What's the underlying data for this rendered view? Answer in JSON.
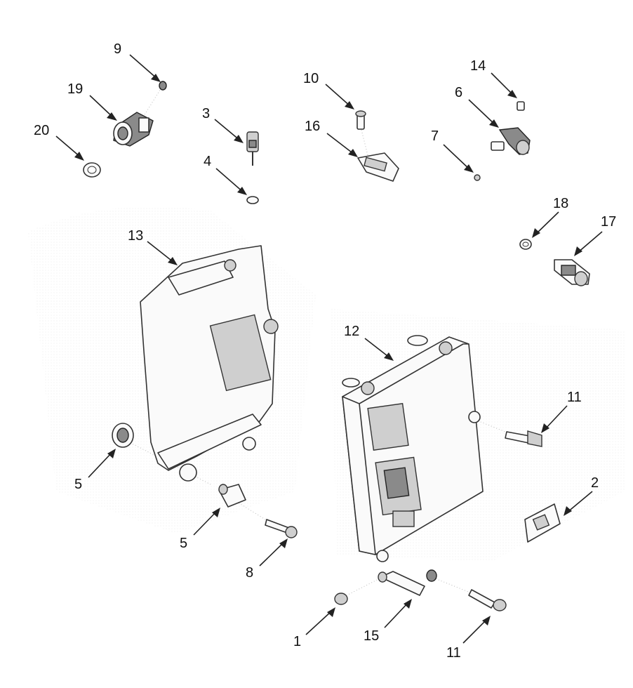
{
  "diagram": {
    "callouts": [
      {
        "id": "c9",
        "label": "9"
      },
      {
        "id": "c19",
        "label": "19"
      },
      {
        "id": "c20",
        "label": "20"
      },
      {
        "id": "c3",
        "label": "3"
      },
      {
        "id": "c4",
        "label": "4"
      },
      {
        "id": "c10",
        "label": "10"
      },
      {
        "id": "c16",
        "label": "16"
      },
      {
        "id": "c14",
        "label": "14"
      },
      {
        "id": "c6",
        "label": "6"
      },
      {
        "id": "c7",
        "label": "7"
      },
      {
        "id": "c18",
        "label": "18"
      },
      {
        "id": "c17",
        "label": "17"
      },
      {
        "id": "c13",
        "label": "13"
      },
      {
        "id": "c12",
        "label": "12"
      },
      {
        "id": "c11a",
        "label": "11"
      },
      {
        "id": "c2",
        "label": "2"
      },
      {
        "id": "c5a",
        "label": "5"
      },
      {
        "id": "c5b",
        "label": "5"
      },
      {
        "id": "c8",
        "label": "8"
      },
      {
        "id": "c1",
        "label": "1"
      },
      {
        "id": "c15",
        "label": "15"
      },
      {
        "id": "c11b",
        "label": "11"
      }
    ]
  }
}
